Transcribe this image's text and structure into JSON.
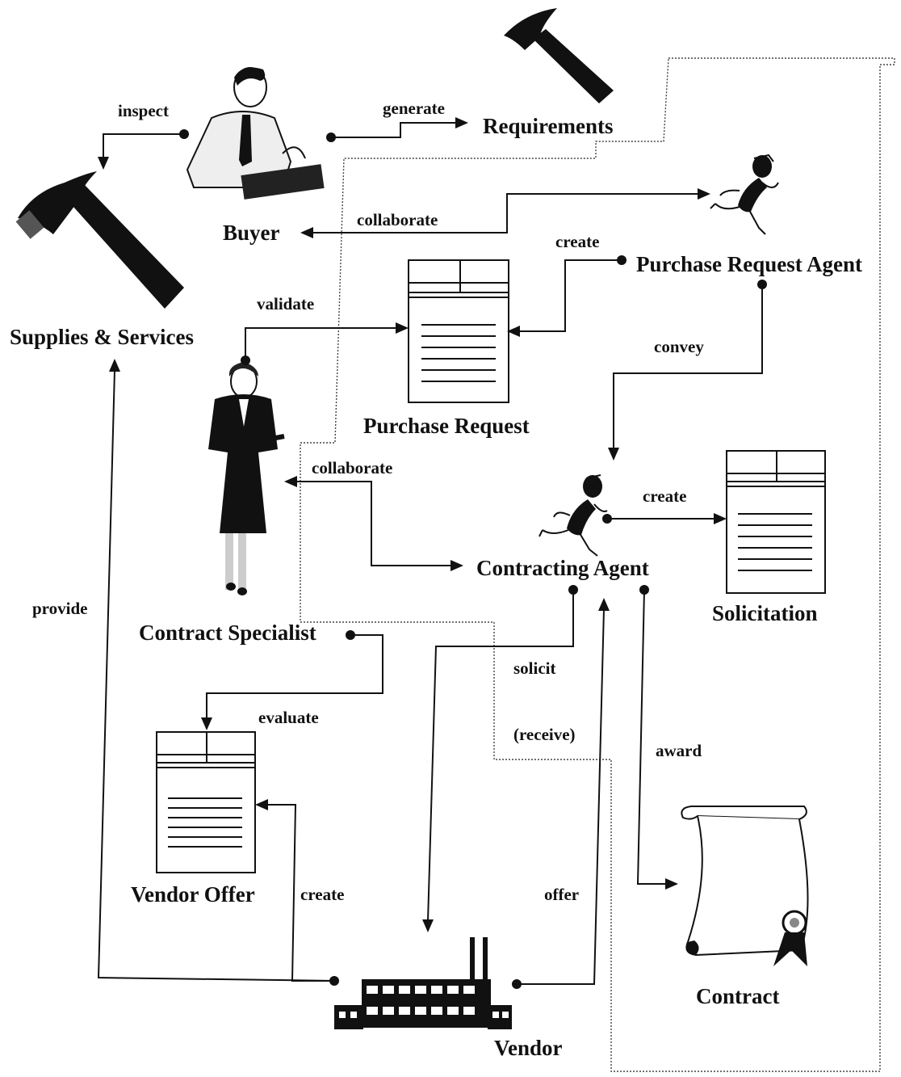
{
  "nodes": {
    "requirements": "Requirements",
    "buyer": "Buyer",
    "supplies_services": "Supplies & Services",
    "purchase_request_agent": "Purchase Request Agent",
    "purchase_request": "Purchase Request",
    "contract_specialist": "Contract Specialist",
    "contracting_agent": "Contracting Agent",
    "solicitation": "Solicitation",
    "vendor_offer": "Vendor Offer",
    "contract": "Contract",
    "vendor": "Vendor"
  },
  "edges": {
    "inspect": "inspect",
    "generate": "generate",
    "collaborate_buyer": "collaborate",
    "create_pr": "create",
    "validate": "validate",
    "convey": "convey",
    "collaborate_cs": "collaborate",
    "create_solicitation": "create",
    "provide": "provide",
    "evaluate": "evaluate",
    "solicit": "solicit",
    "receive": "(receive)",
    "award": "award",
    "create_offer": "create",
    "offer": "offer"
  }
}
